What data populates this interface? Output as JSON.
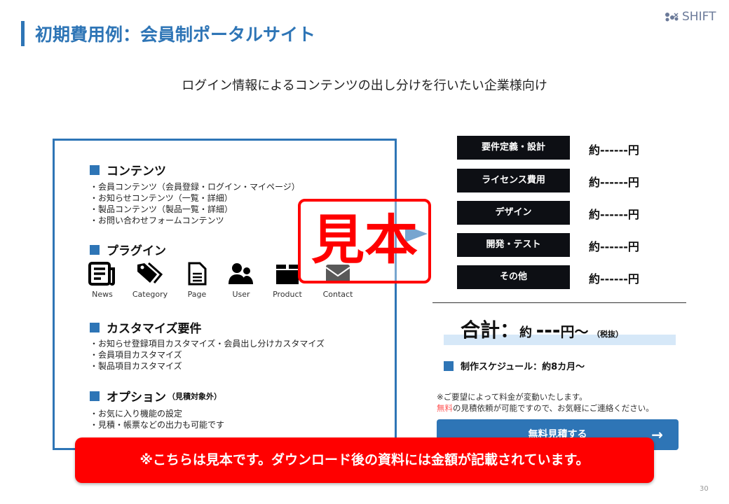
{
  "header": {
    "title": "初期費用例：会員制ポータルサイト",
    "logo": "SHIFT",
    "subtitle": "ログイン情報によるコンテンツの出し分けを行いたい企業様向け"
  },
  "left": {
    "contents": {
      "heading": "コンテンツ",
      "items": [
        "・会員コンテンツ（会員登録・ログイン・マイページ）",
        "・お知らせコンテンツ（一覧・詳細）",
        "・製品コンテンツ（製品一覧・詳細）",
        "・お問い合わせフォームコンテンツ"
      ]
    },
    "plugins": {
      "heading": "プラグイン",
      "items": [
        "News",
        "Category",
        "Page",
        "User",
        "Product",
        "Contact"
      ]
    },
    "custom": {
      "heading": "カスタマイズ要件",
      "items": [
        "・お知らせ登録項目カスタマイズ・会員出し分けカスタマイズ",
        "・会員項目カスタマイズ",
        "・製品項目カスタマイズ"
      ]
    },
    "option": {
      "heading": "オプション",
      "note": "（見積対象外）",
      "items": [
        "・お気に入り機能の設定",
        "・見積・帳票などの出力も可能です"
      ]
    }
  },
  "stamp": "見本",
  "costs": [
    {
      "label": "要件定義・設計",
      "price": "約------円"
    },
    {
      "label": "ライセンス費用",
      "price": "約------円"
    },
    {
      "label": "デザイン",
      "price": "約------円"
    },
    {
      "label": "開発・テスト",
      "price": "約------円"
    },
    {
      "label": "その他",
      "price": "約------円"
    }
  ],
  "total": {
    "label": "合計：",
    "approx": "約",
    "value": "---",
    "unit": "円～",
    "tax": "（税抜）"
  },
  "schedule": "制作スケジュール：約8カ月～",
  "notes": {
    "line1": "※ご要望によって料金が変動いたします。",
    "free": "無料",
    "line2": "の見積依頼が可能ですので、お気軽にご連絡ください。"
  },
  "button": {
    "label": "無料見積する",
    "arrow": "→"
  },
  "banner": "※こちらは見本です。ダウンロード後の資料には金額が記載されています。",
  "page_number": "30"
}
